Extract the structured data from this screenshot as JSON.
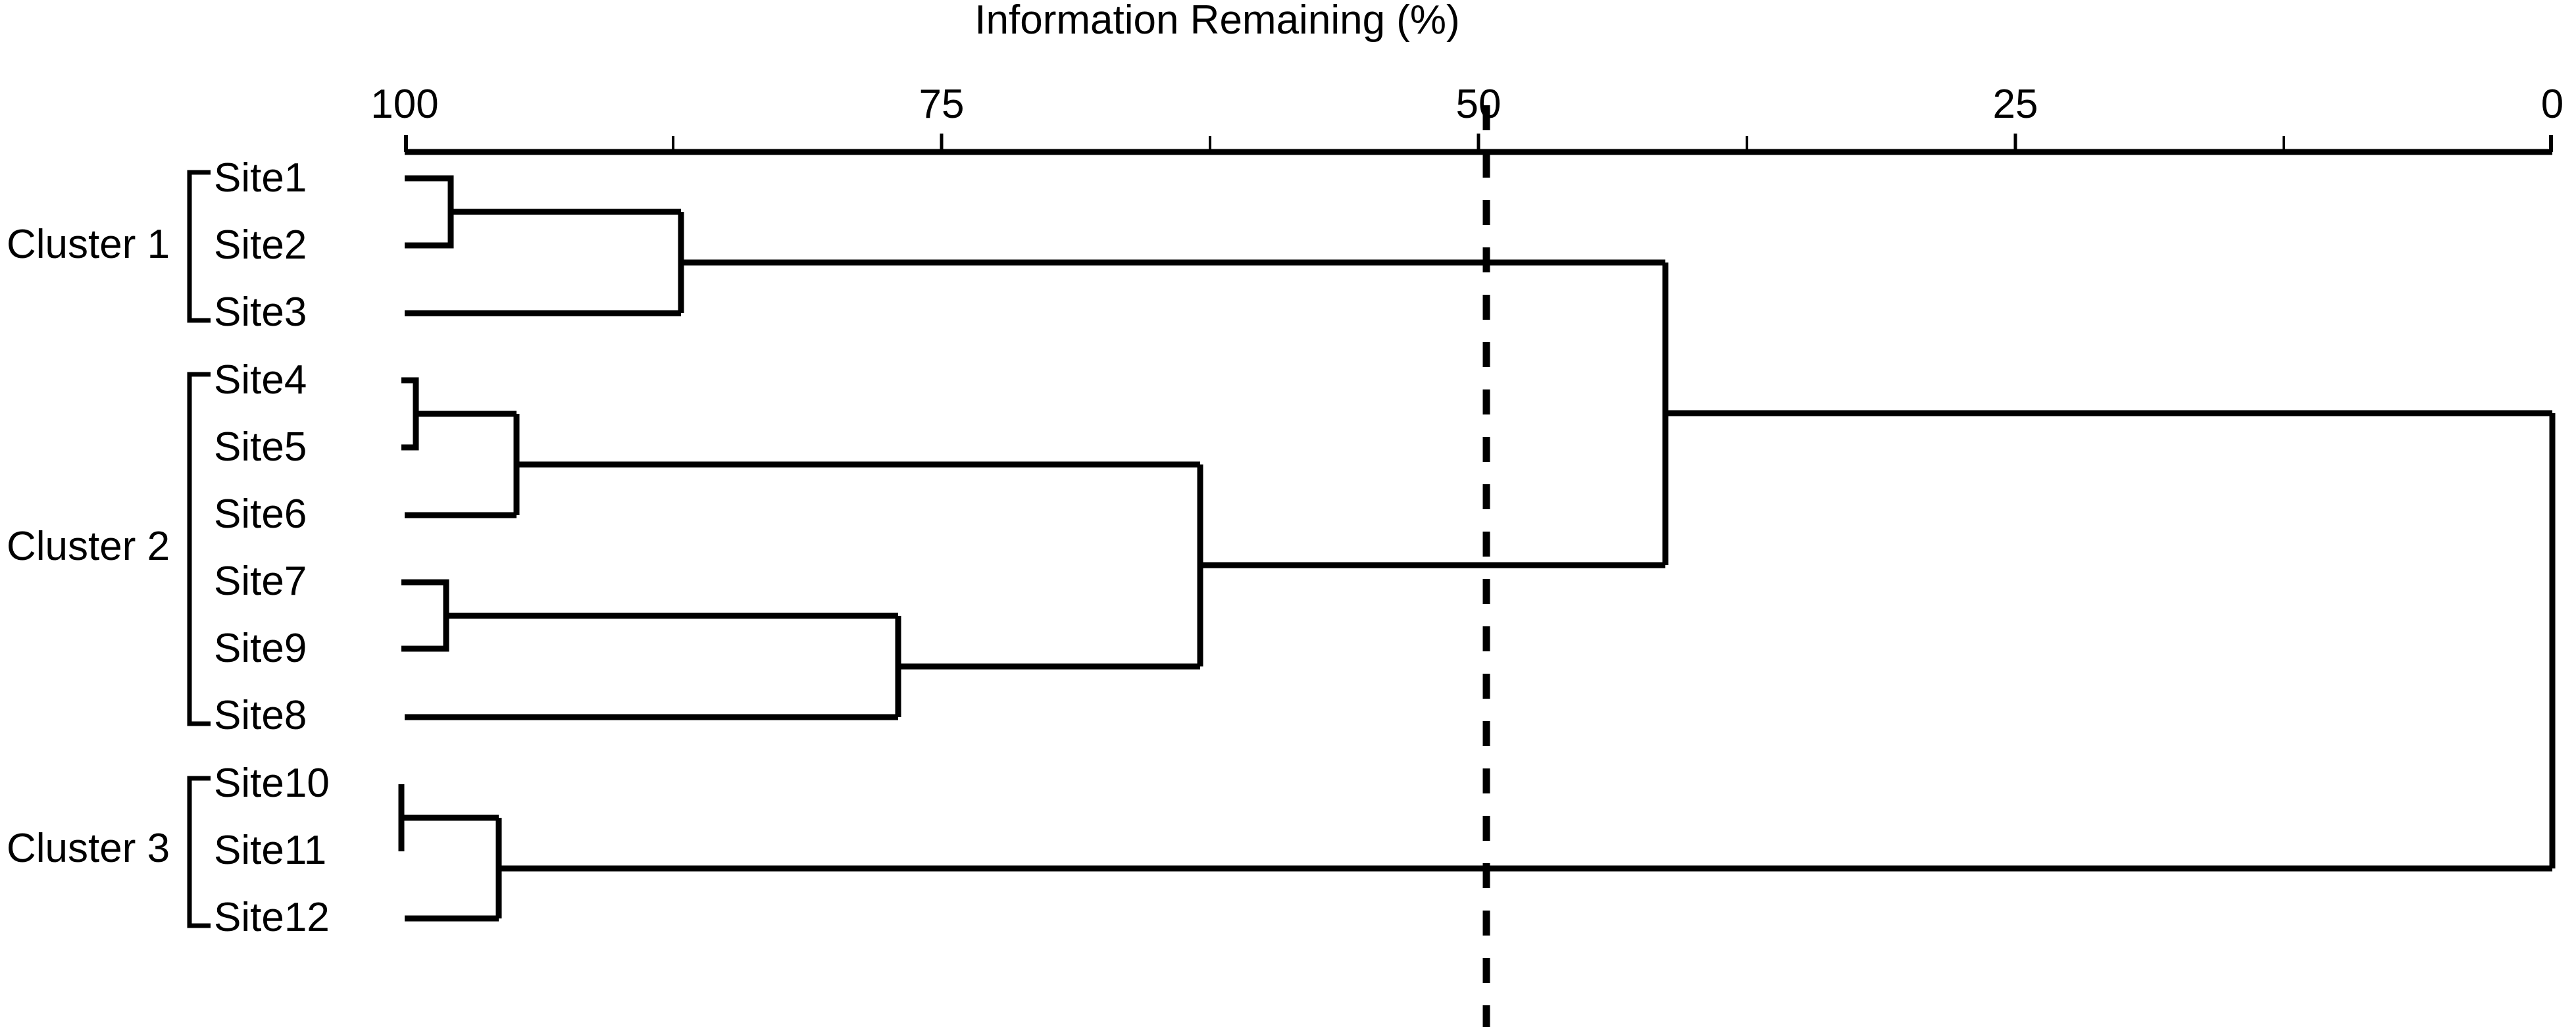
{
  "figure": {
    "kind": "dendrogram",
    "background_color": "#ffffff",
    "line_color": "#000000"
  },
  "axis": {
    "title": "Information Remaining (%)",
    "ticks": [
      {
        "label": "100",
        "value": 100
      },
      {
        "label": "75",
        "value": 75
      },
      {
        "label": "50",
        "value": 50
      },
      {
        "label": "25",
        "value": 25
      },
      {
        "label": "0",
        "value": 0
      }
    ],
    "minor_ticks": [
      87.5,
      62.5,
      37.5,
      12.5
    ],
    "cut_line": {
      "value": 50,
      "style": "dashed"
    }
  },
  "clusters": [
    {
      "label": "Cluster 1",
      "members": [
        "Site1",
        "Site2",
        "Site3"
      ]
    },
    {
      "label": "Cluster 2",
      "members": [
        "Site4",
        "Site5",
        "Site6",
        "Site7",
        "Site9",
        "Site8"
      ]
    },
    {
      "label": "Cluster 3",
      "members": [
        "Site10",
        "Site11",
        "Site12"
      ]
    }
  ],
  "leaves": [
    "Site1",
    "Site2",
    "Site3",
    "Site4",
    "Site5",
    "Site6",
    "Site7",
    "Site9",
    "Site8",
    "Site10",
    "Site11",
    "Site12"
  ],
  "chart_data": {
    "type": "dendrogram",
    "title": "",
    "xlabel": "Information Remaining (%)",
    "ylabel": "",
    "xlim": [
      100,
      0
    ],
    "x_ticks": [
      100,
      75,
      50,
      25,
      0
    ],
    "x_tick_labels": [
      "100",
      "75",
      "50",
      "25",
      "0"
    ],
    "x_reversed": true,
    "grid": false,
    "legend": "none",
    "leaf_order": [
      "Site1",
      "Site2",
      "Site3",
      "Site4",
      "Site5",
      "Site6",
      "Site7",
      "Site9",
      "Site8",
      "Site10",
      "Site11",
      "Site12"
    ],
    "cut_threshold": 50,
    "merges": [
      {
        "id": "n1",
        "children": [
          "Site1",
          "Site2"
        ],
        "information_remaining": 97.9
      },
      {
        "id": "n2",
        "children": [
          "n1",
          "Site3"
        ],
        "information_remaining": 87.1
      },
      {
        "id": "n3",
        "children": [
          "Site4",
          "Site5"
        ],
        "information_remaining": 99.5
      },
      {
        "id": "n4",
        "children": [
          "n3",
          "Site6"
        ],
        "information_remaining": 95.3
      },
      {
        "id": "n5",
        "children": [
          "Site7",
          "Site9"
        ],
        "information_remaining": 98.1
      },
      {
        "id": "n6",
        "children": [
          "n5",
          "Site8"
        ],
        "information_remaining": 77.0
      },
      {
        "id": "n7",
        "children": [
          "n4",
          "n6"
        ],
        "information_remaining": 62.9
      },
      {
        "id": "n8",
        "children": [
          "n2",
          "n7"
        ],
        "information_remaining": 41.4
      },
      {
        "id": "n9",
        "children": [
          "Site10",
          "Site11"
        ],
        "information_remaining": 99.8
      },
      {
        "id": "n10",
        "children": [
          "n9",
          "Site12"
        ],
        "information_remaining": 95.6
      },
      {
        "id": "root",
        "children": [
          "n8",
          "n10"
        ],
        "information_remaining": 0.0
      }
    ],
    "annotations": [
      {
        "text": "Cluster 1",
        "members": [
          "Site1",
          "Site2",
          "Site3"
        ]
      },
      {
        "text": "Cluster 2",
        "members": [
          "Site4",
          "Site5",
          "Site6",
          "Site7",
          "Site9",
          "Site8"
        ]
      },
      {
        "text": "Cluster 3",
        "members": [
          "Site10",
          "Site11",
          "Site12"
        ]
      }
    ]
  }
}
